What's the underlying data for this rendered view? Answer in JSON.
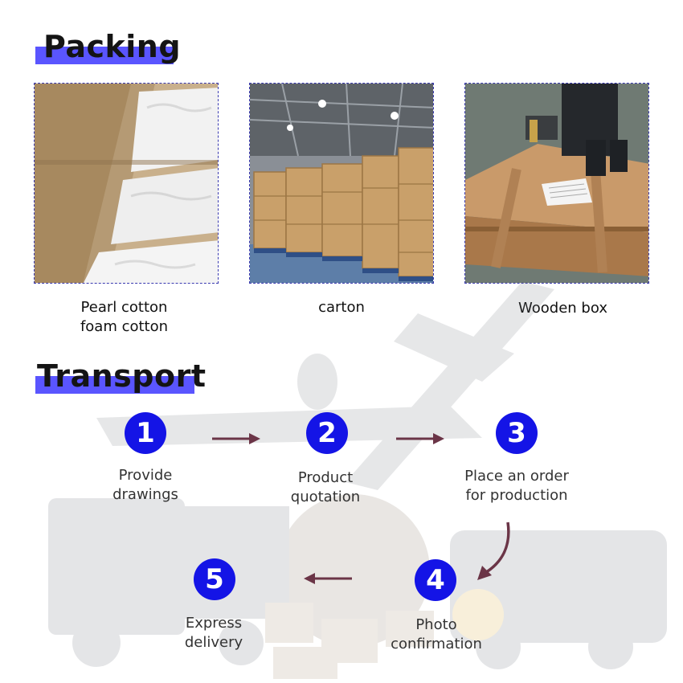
{
  "packing": {
    "title": "Packing",
    "items": [
      {
        "caption_line1": "Pearl cotton",
        "caption_line2": "foam cotton",
        "image": "foam-sheets-photo"
      },
      {
        "caption_line1": "carton",
        "caption_line2": "",
        "image": "warehouse-cartons-photo"
      },
      {
        "caption_line1": "Wooden box",
        "caption_line2": "",
        "image": "wooden-crate-photo"
      }
    ]
  },
  "transport": {
    "title": "Transport",
    "steps": [
      {
        "number": "1",
        "line1": "Provide",
        "line2": "drawings"
      },
      {
        "number": "2",
        "line1": "Product",
        "line2": "quotation"
      },
      {
        "number": "3",
        "line1": "Place an order",
        "line2": "for production"
      },
      {
        "number": "4",
        "line1": "Photo",
        "line2": "confirmation"
      },
      {
        "number": "5",
        "line1": "Express",
        "line2": "delivery"
      }
    ]
  },
  "colors": {
    "accent_bar": "#5a55ff",
    "step_circle": "#1414e6",
    "arrow": "#6b3547"
  }
}
